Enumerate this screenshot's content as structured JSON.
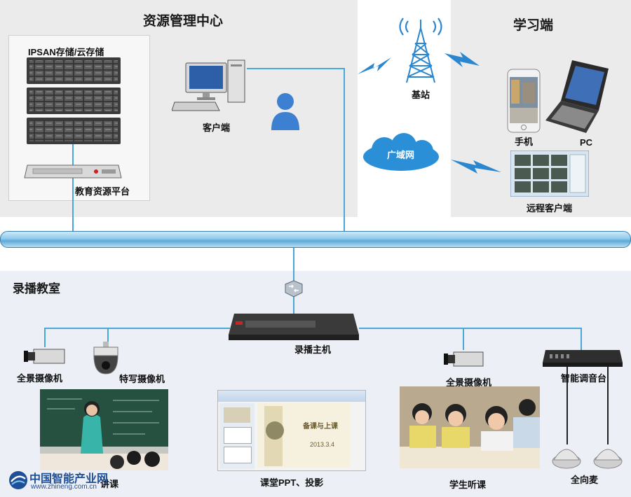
{
  "sections": {
    "resource_center": "资源管理中心",
    "learning_end": "学习端",
    "classroom": "录播教室"
  },
  "labels": {
    "storage": "IPSAN存储/云存储",
    "edu_platform": "教育资源平台",
    "client": "客户端",
    "base_station": "基站",
    "phone": "手机",
    "pc": "PC",
    "wan": "广域网",
    "remote_client": "远程客户端",
    "recorder_host": "录播主机",
    "panorama_camera_left": "全景摄像机",
    "closeup_camera": "特写摄像机",
    "panorama_camera_right": "全景摄像机",
    "audio_console": "智能调音台",
    "lecture": "讲课",
    "ppt_projection": "课堂PPT、投影",
    "student_listen": "学生听课",
    "omni_mic": "全向麦"
  },
  "slide": {
    "title": "备课与上课",
    "date": "2013.3.4"
  },
  "watermark": {
    "name": "中国智能产业网",
    "url": "www.zhineng.com.cn"
  },
  "colors": {
    "link": "#4aa8d8",
    "panel": "#ebebeb",
    "classroom_bg": "#eceff5",
    "wan_cloud": "#2a8fd6"
  }
}
